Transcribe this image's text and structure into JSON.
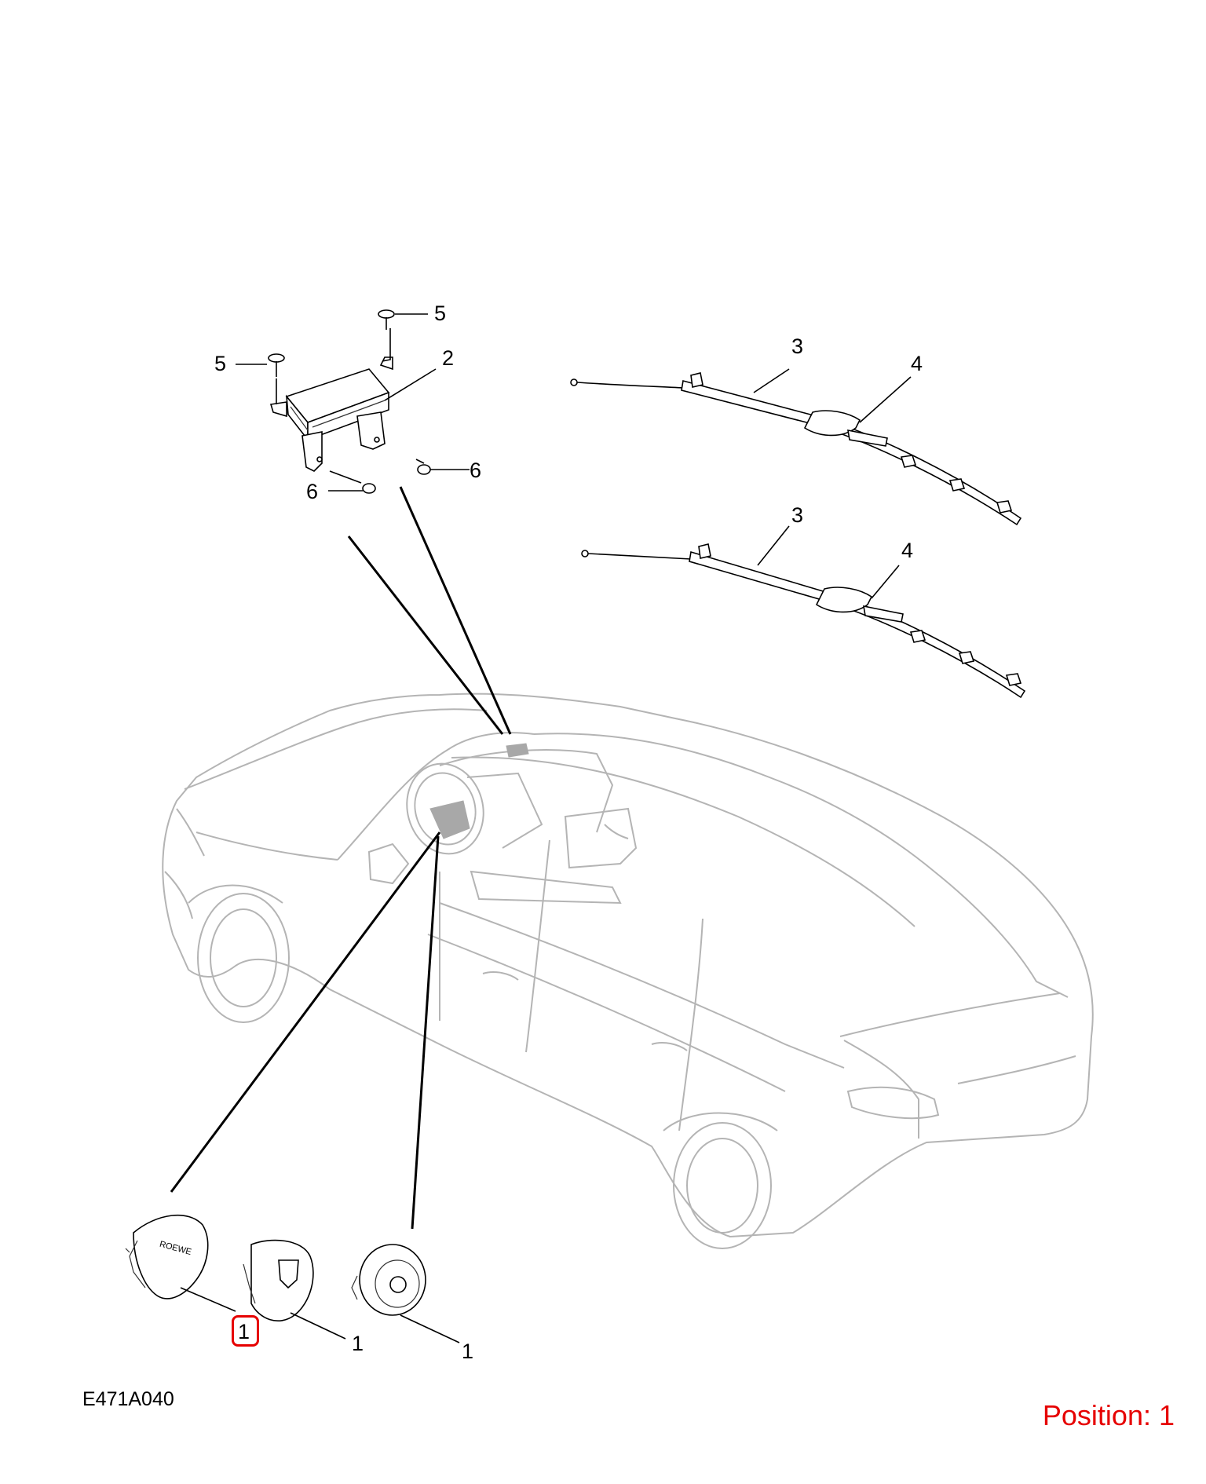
{
  "drawing_code": "E471A040",
  "position_label": "Position: 1",
  "highlight_color": "#e60000",
  "callouts": {
    "bolt_top_right": "5",
    "bolt_top_left": "5",
    "passenger_airbag": "2",
    "curtain_upper": "3",
    "curtain_upper_bracket": "4",
    "curtain_lower": "3",
    "curtain_lower_bracket": "4",
    "nut_right": "6",
    "nut_left": "6",
    "driver_airbag_a": "1",
    "driver_airbag_b": "1",
    "driver_airbag_c": "1"
  },
  "emblem_text": "ROEWE"
}
